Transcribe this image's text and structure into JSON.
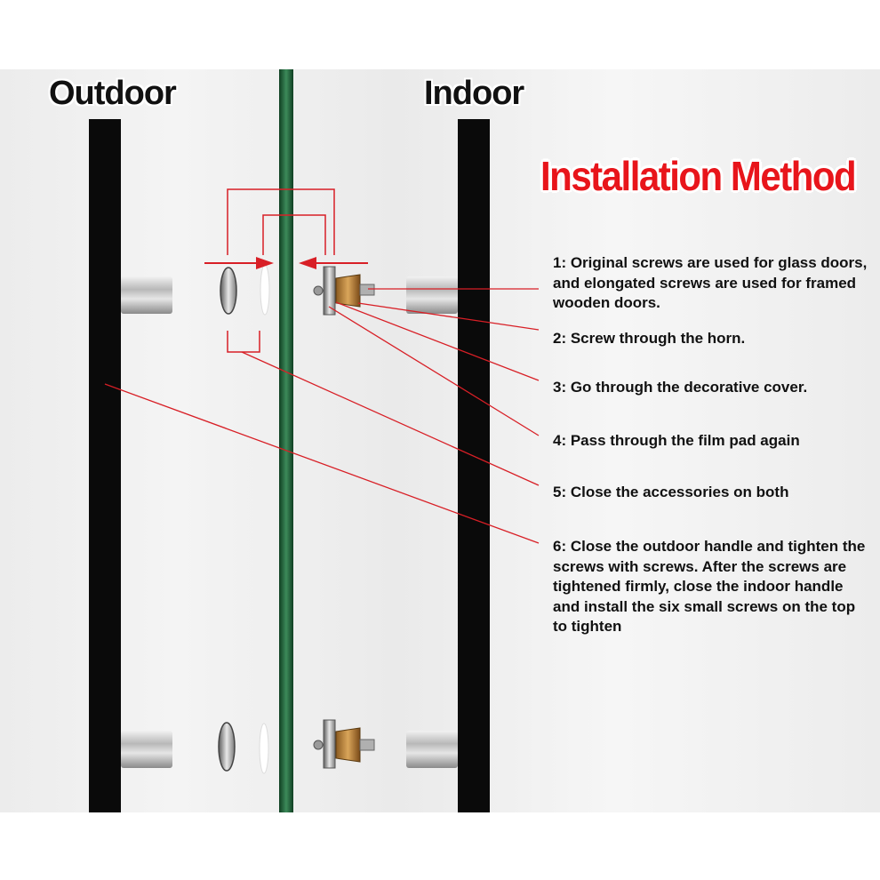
{
  "labels": {
    "outdoor": "Outdoor",
    "indoor": "Indoor"
  },
  "title": "Installation Method",
  "steps": [
    "1: Original screws are used for glass doors, and elongated screws are used for framed wooden doors.",
    "2: Screw through the horn.",
    "3: Go through the decorative cover.",
    "4: Pass through the film pad again",
    "5: Close the accessories on both",
    "6: Close the outdoor handle and tighten the screws with screws. After the screws are tightened firmly, close the indoor handle and install the six small screws on the top to tighten"
  ],
  "colors": {
    "title_red": "#e8151b",
    "leader_line": "#d81f26",
    "handle_bar": "#0a0a0a",
    "glass_edge": "#1f5e3a"
  }
}
